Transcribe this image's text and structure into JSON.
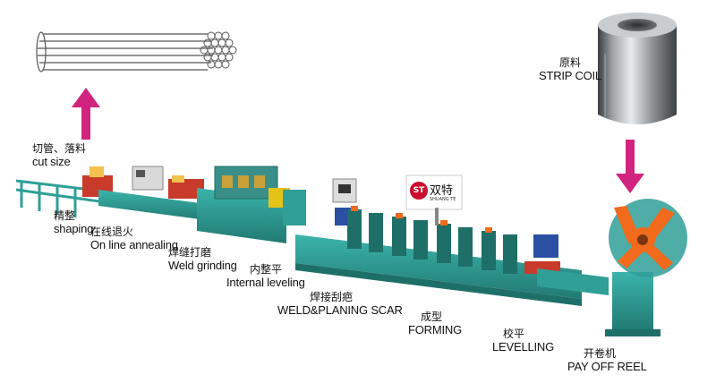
{
  "colors": {
    "machine_green": "#2f9f97",
    "machine_dark": "#1f6f69",
    "arrow_magenta": "#d0247f",
    "reel_orange": "#f26a1b",
    "motor_blue": "#2b4fa3",
    "control_red": "#c83a2a"
  },
  "brand": {
    "name": "双特",
    "sub": "SHUANG TE",
    "logo_mark": "ST"
  },
  "product": {
    "zh": "切管、落料",
    "en": "cut size"
  },
  "material": {
    "zh": "原料",
    "en": "STRIP COIL"
  },
  "stations": [
    {
      "zh": "精整",
      "en": "shaping"
    },
    {
      "zh": "在线退火",
      "en": "On line annealing"
    },
    {
      "zh": "焊缝打磨",
      "en": "Weld grinding"
    },
    {
      "zh": "内整平",
      "en": "Internal leveling"
    },
    {
      "zh": "焊接刮疤",
      "en": "WELD&PLANING SCAR"
    },
    {
      "zh": "成型",
      "en": "FORMING"
    },
    {
      "zh": "校平",
      "en": "LEVELLING"
    },
    {
      "zh": "开卷机",
      "en": "PAY OFF REEL"
    }
  ]
}
